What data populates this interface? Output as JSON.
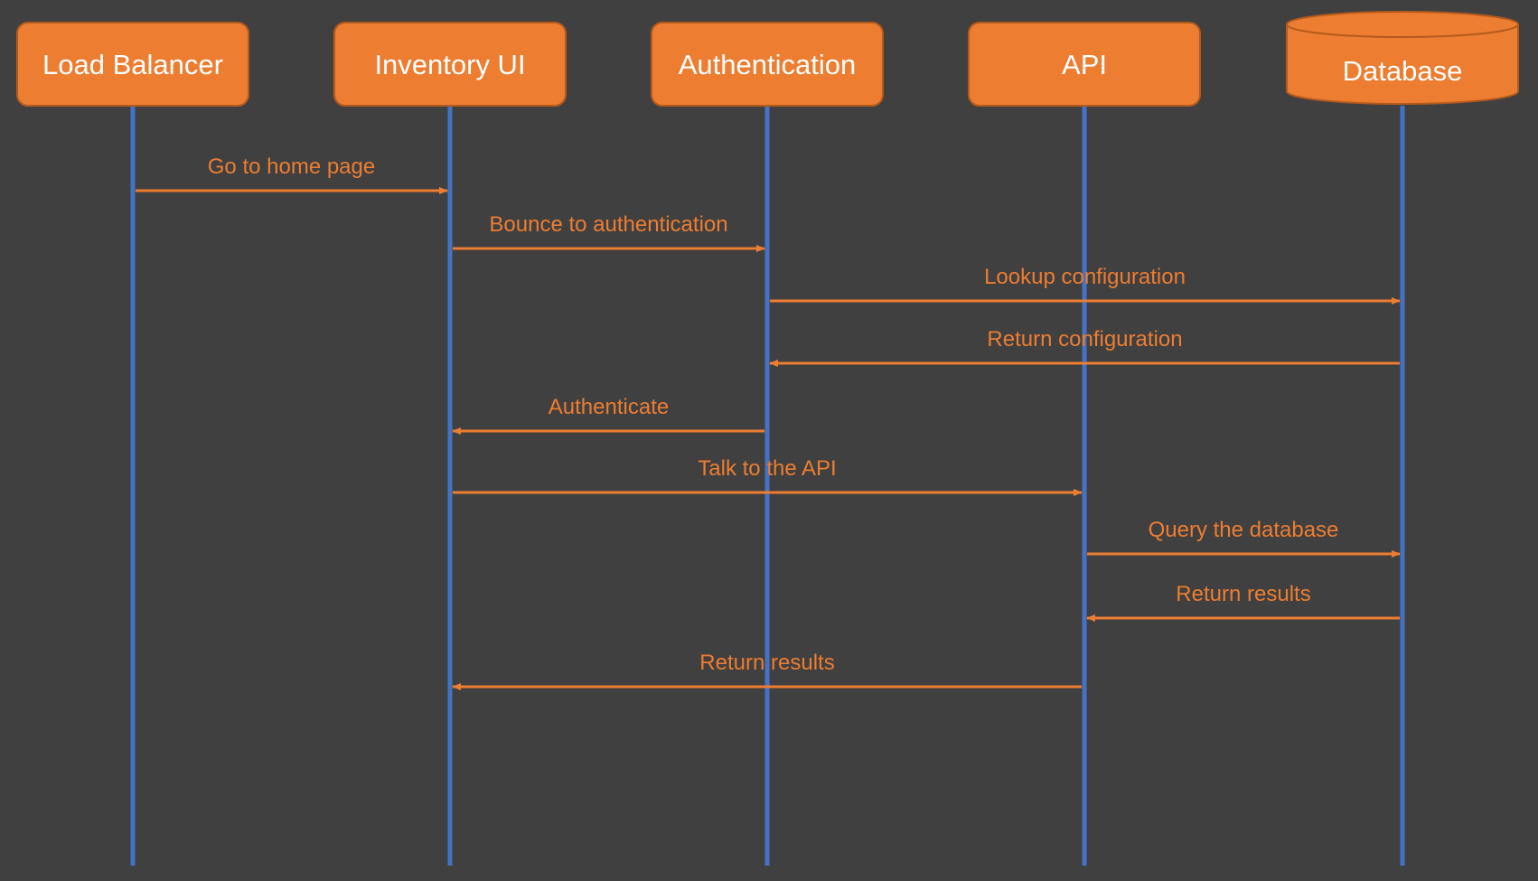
{
  "diagram": {
    "colors": {
      "background": "#404040",
      "participant_fill": "#ed7d31",
      "participant_stroke": "#b35a1c",
      "participant_text": "#ffffff",
      "lifeline": "#4472c4",
      "message": "#ed7d31",
      "message_text": "#ed7d31"
    },
    "participants": [
      {
        "id": "lb",
        "label": "Load Balancer",
        "shape": "rounded-box"
      },
      {
        "id": "ui",
        "label": "Inventory UI",
        "shape": "rounded-box"
      },
      {
        "id": "auth",
        "label": "Authentication",
        "shape": "rounded-box"
      },
      {
        "id": "api",
        "label": "API",
        "shape": "rounded-box"
      },
      {
        "id": "db",
        "label": "Database",
        "shape": "cylinder"
      }
    ],
    "messages": [
      {
        "from": "lb",
        "to": "ui",
        "label": "Go to home page"
      },
      {
        "from": "ui",
        "to": "auth",
        "label": "Bounce to authentication"
      },
      {
        "from": "auth",
        "to": "db",
        "label": "Lookup configuration"
      },
      {
        "from": "db",
        "to": "auth",
        "label": "Return configuration"
      },
      {
        "from": "auth",
        "to": "ui",
        "label": "Authenticate"
      },
      {
        "from": "ui",
        "to": "api",
        "label": "Talk to the API"
      },
      {
        "from": "api",
        "to": "db",
        "label": "Query the database"
      },
      {
        "from": "db",
        "to": "api",
        "label": "Return results"
      },
      {
        "from": "api",
        "to": "ui",
        "label": "Return results"
      }
    ]
  }
}
